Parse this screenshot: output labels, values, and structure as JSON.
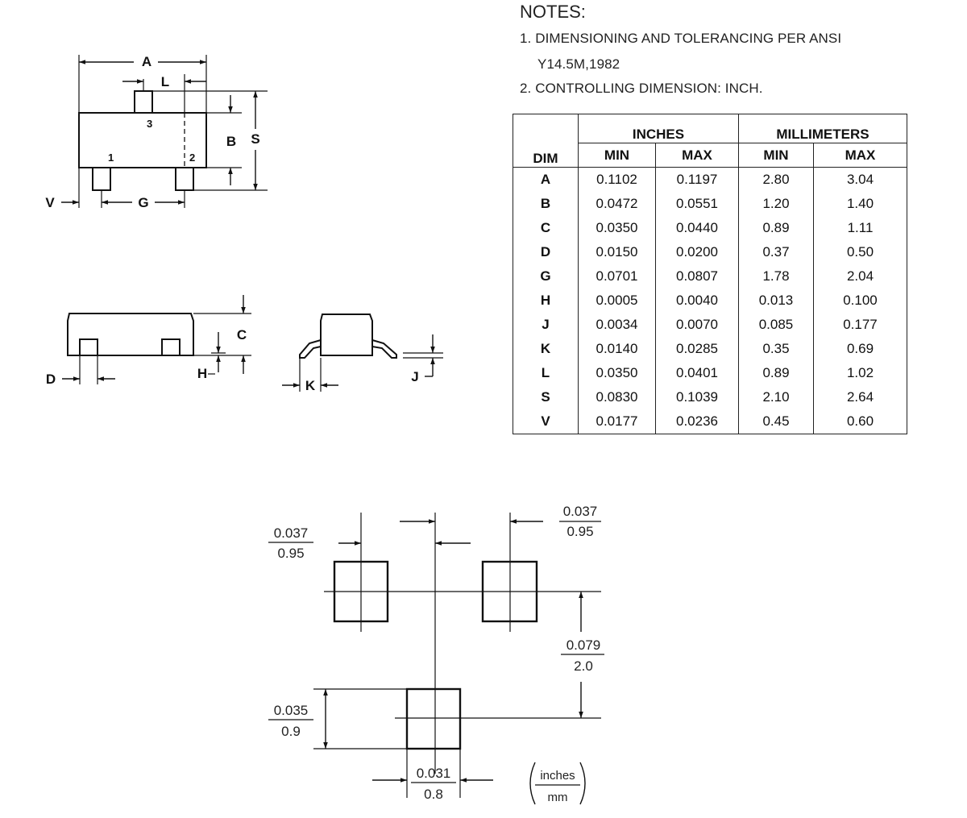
{
  "notes": {
    "title": "NOTES:",
    "items": [
      "1. DIMENSIONING AND TOLERANCING PER ANSI",
      "Y14.5M,1982",
      "2. CONTROLLING DIMENSION: INCH."
    ]
  },
  "table": {
    "dim_header": "DIM",
    "group_inches": "INCHES",
    "group_mm": "MILLIMETERS",
    "sub_min": "MIN",
    "sub_max": "MAX",
    "rows": [
      [
        "A",
        "0.1102",
        "0.1197",
        "2.80",
        "3.04"
      ],
      [
        "B",
        "0.0472",
        "0.0551",
        "1.20",
        "1.40"
      ],
      [
        "C",
        "0.0350",
        "0.0440",
        "0.89",
        "1.11"
      ],
      [
        "D",
        "0.0150",
        "0.0200",
        "0.37",
        "0.50"
      ],
      [
        "G",
        "0.0701",
        "0.0807",
        "1.78",
        "2.04"
      ],
      [
        "H",
        "0.0005",
        "0.0040",
        "0.013",
        "0.100"
      ],
      [
        "J",
        "0.0034",
        "0.0070",
        "0.085",
        "0.177"
      ],
      [
        "K",
        "0.0140",
        "0.0285",
        "0.35",
        "0.69"
      ],
      [
        "L",
        "0.0350",
        "0.0401",
        "0.89",
        "1.02"
      ],
      [
        "S",
        "0.0830",
        "0.1039",
        "2.10",
        "2.64"
      ],
      [
        "V",
        "0.0177",
        "0.0236",
        "0.45",
        "0.60"
      ]
    ]
  },
  "top_view": {
    "labels": {
      "A": "A",
      "L": "L",
      "B": "B",
      "S": "S",
      "V": "V",
      "G": "G"
    },
    "pins": [
      "1",
      "2",
      "3"
    ]
  },
  "side_views": {
    "labels": {
      "C": "C",
      "D": "D",
      "H": "H",
      "K": "K",
      "J": "J"
    }
  },
  "footprint": {
    "pitch_left": {
      "in": "0.037",
      "mm": "0.95"
    },
    "pitch_right": {
      "in": "0.037",
      "mm": "0.95"
    },
    "row_spacing": {
      "in": "0.079",
      "mm": "2.0"
    },
    "pad_height": {
      "in": "0.035",
      "mm": "0.9"
    },
    "pad_width": {
      "in": "0.031",
      "mm": "0.8"
    },
    "units_legend": {
      "top": "inches",
      "bottom": "mm"
    }
  },
  "colors": {
    "ink": "#111111",
    "text": "#222222",
    "background": "#ffffff"
  }
}
